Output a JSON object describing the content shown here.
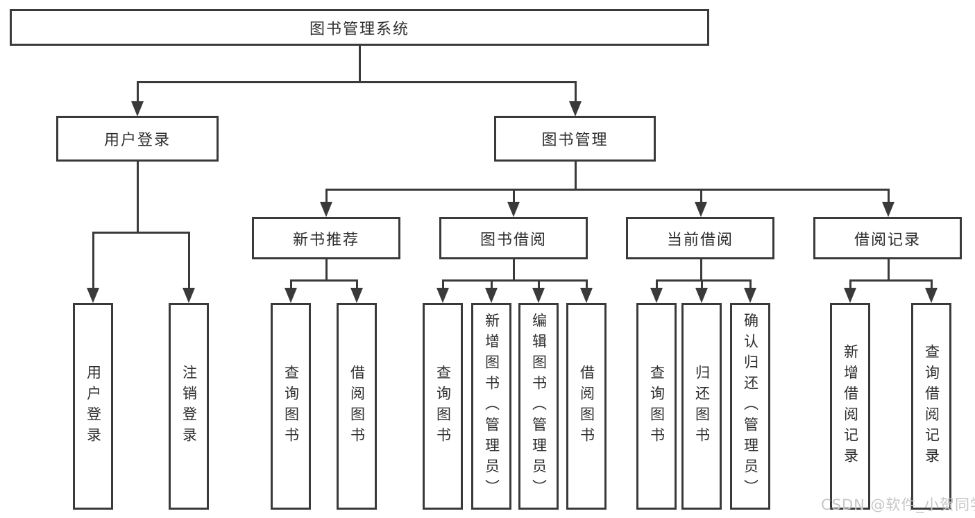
{
  "diagram": {
    "root": "图书管理系统",
    "level2": {
      "user_login": "用户登录",
      "book_management": "图书管理"
    },
    "level3": {
      "new_book_recommend": "新书推荐",
      "book_borrow": "图书借阅",
      "current_borrow": "当前借阅",
      "borrow_records": "借阅记录"
    },
    "leaves": {
      "user_login": [
        "用户登录",
        "注销登录"
      ],
      "new_book_recommend": [
        "查询图书",
        "借阅图书"
      ],
      "book_borrow": [
        "查询图书",
        "新增图书（管理员）",
        "编辑图书（管理员）",
        "借阅图书"
      ],
      "current_borrow": [
        "查询图书",
        "归还图书",
        "确认归还（管理员）"
      ],
      "borrow_records": [
        "新增借阅记录",
        "查询借阅记录"
      ]
    }
  },
  "watermark": "CSDN @软件_小贺同学",
  "colors": {
    "line": "#3a3a3a",
    "text": "#2e2e2e",
    "background": "#ffffff",
    "watermark": "#c6c6c6"
  }
}
